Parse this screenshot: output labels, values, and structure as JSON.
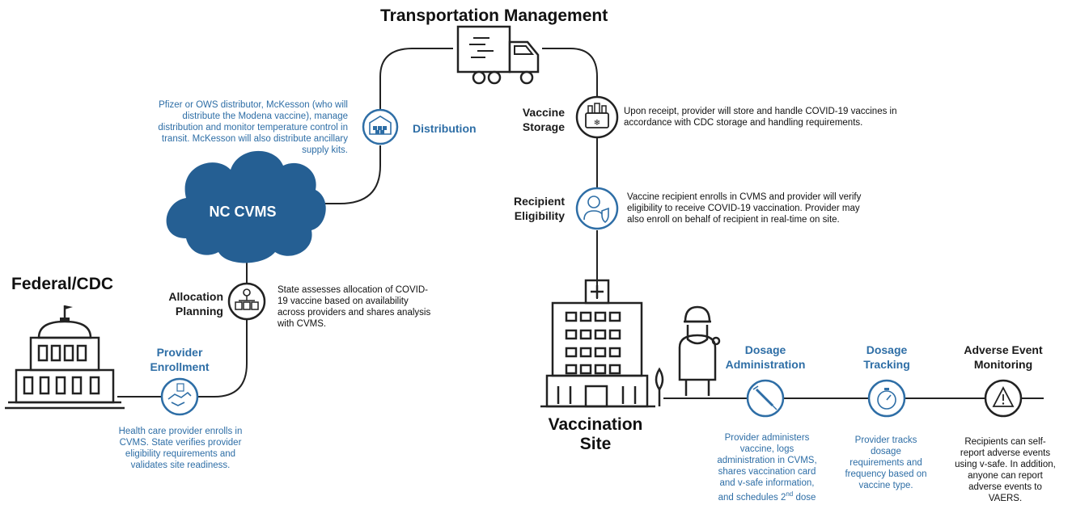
{
  "titles": {
    "transport": "Transportation Management",
    "federal": "Federal/CDC",
    "site": "Vaccination\nSite",
    "cloud": "NC CVMS"
  },
  "distribution": {
    "label": "Distribution",
    "desc": "Pfizer or OWS distributor, McKesson (who will\ndistribute the Modena vaccine), manage\ndistribution and monitor temperature control in\ntransit. McKesson will also distribute ancillary\nsupply kits."
  },
  "storage": {
    "label": "Vaccine\nStorage",
    "desc": "Upon receipt, provider will store and handle COVID-19 vaccines in\naccordance with CDC storage and handling requirements."
  },
  "eligibility": {
    "label": "Recipient\nEligibility",
    "desc": "Vaccine recipient enrolls in CVMS and provider will verify\neligibility to receive COVID-19 vaccination. Provider may\nalso enroll on behalf of recipient in real-time on site."
  },
  "allocation": {
    "label": "Allocation\nPlanning",
    "desc": "State assesses allocation of COVID-\n19 vaccine based on availability\nacross providers and shares analysis\nwith CVMS."
  },
  "enrollment": {
    "label": "Provider\nEnrollment",
    "desc": "Health care provider enrolls in\nCVMS. State verifies provider\neligibility requirements and\nvalidates site readiness."
  },
  "dosage_admin": {
    "label": "Dosage\nAdministration",
    "desc_main": "Provider administers\nvaccine, logs\nadministration in CVMS,\nshares vaccination card\nand v-safe information,\nand schedules 2",
    "desc_sup": "nd",
    "desc_end": " dose"
  },
  "dosage_tracking": {
    "label": "Dosage\nTracking",
    "desc": "Provider tracks\ndosage\nrequirements and\nfrequency based on\nvaccine type."
  },
  "adverse": {
    "label": "Adverse Event\nMonitoring",
    "desc": "Recipients can self-\nreport adverse events\nusing v-safe. In addition,\nanyone can report\nadverse events to\nVAERS."
  },
  "colors": {
    "blue": "#2e6ea6",
    "cloud": "#255f93",
    "line": "#222222"
  }
}
